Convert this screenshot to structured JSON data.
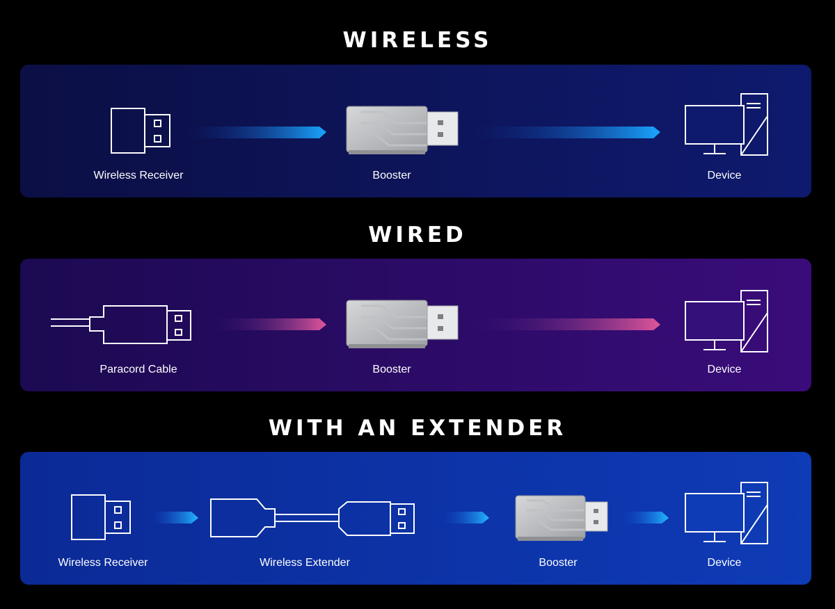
{
  "sections": [
    {
      "title": "WIRELESS",
      "bg_start": "#0c0f45",
      "bg_end": "#0e1a6e",
      "arrow_start": "#0d2a8a",
      "arrow_end": "#1aa6ff",
      "labels": [
        "Wireless Receiver",
        "Booster",
        "Device"
      ]
    },
    {
      "title": "WIRED",
      "bg_start": "#1c0a52",
      "bg_end": "#3a0c7a",
      "arrow_start": "#3a1a7a",
      "arrow_end": "#e0569a",
      "labels": [
        "Paracord Cable",
        "Booster",
        "Device"
      ]
    },
    {
      "title": "WITH AN EXTENDER",
      "bg_start": "#0b2a96",
      "bg_end": "#0e3bb6",
      "arrow_start": "#1150d0",
      "arrow_end": "#22b8ff",
      "labels": [
        "Wireless Receiver",
        "Wireless Extender",
        "Booster",
        "Device"
      ]
    }
  ]
}
